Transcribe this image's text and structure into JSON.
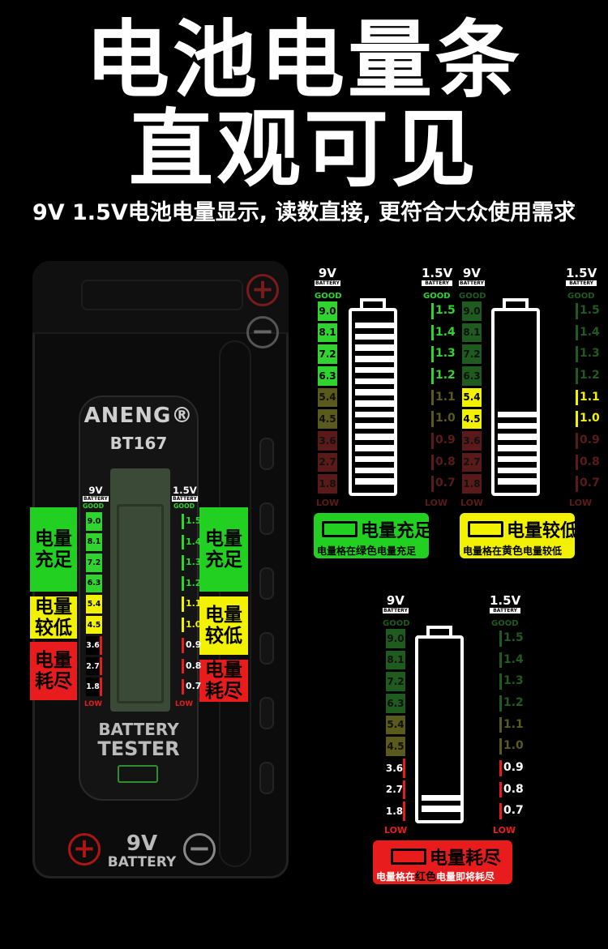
{
  "headline": {
    "line1": "电池电量条",
    "line2": "直观可见"
  },
  "subtitle": "9V 1.5V电池电量显示, 读数直接, 更符合大众使用需求",
  "device": {
    "brand": "ANENG®",
    "model": "BT167",
    "tester_line1": "BATTERY",
    "tester_line2": "TESTER",
    "bottom_voltage": "9V",
    "bottom_label": "BATTERY",
    "plus_symbol": "+",
    "minus_symbol": "−",
    "overlay_full": "电量充足",
    "overlay_low": "电量较低",
    "overlay_empty": "电量耗尽"
  },
  "scale": {
    "left_head": "9V",
    "right_head": "1.5V",
    "battery_word": "BATTERY",
    "good": "GOOD",
    "low": "LOW",
    "left_values": [
      "9.0",
      "8.1",
      "7.2",
      "6.3",
      "5.4",
      "4.5",
      "3.6",
      "2.7",
      "1.8"
    ],
    "right_values": [
      "1.5",
      "1.4",
      "1.3",
      "1.2",
      "1.1",
      "1.0",
      "0.9",
      "0.8",
      "0.7"
    ]
  },
  "states": [
    {
      "title": "电量充足",
      "subtitle_prefix": "电量格在",
      "subtitle_color_word": "绿色",
      "subtitle_suffix": "电量充足",
      "box_color": "#22d022",
      "level_bars": 15
    },
    {
      "title": "电量较低",
      "subtitle_prefix": "电量格在",
      "subtitle_color_word": "黄色",
      "subtitle_suffix": "电量较低",
      "box_color": "#f2f200",
      "level_bars": 7
    },
    {
      "title": "电量耗尽",
      "subtitle_prefix": "电量格在",
      "subtitle_color_word": "红色",
      "subtitle_suffix": "电量即将耗尽",
      "box_color": "#e81c1c",
      "level_bars": 2
    }
  ],
  "colors": {
    "green": "#2fd42f",
    "yellow": "#f2f200",
    "red": "#e81c1c",
    "dim_green": "#1f5a1f",
    "dim_yellow": "#5a5a1c",
    "dim_red": "#5a1a1a"
  }
}
